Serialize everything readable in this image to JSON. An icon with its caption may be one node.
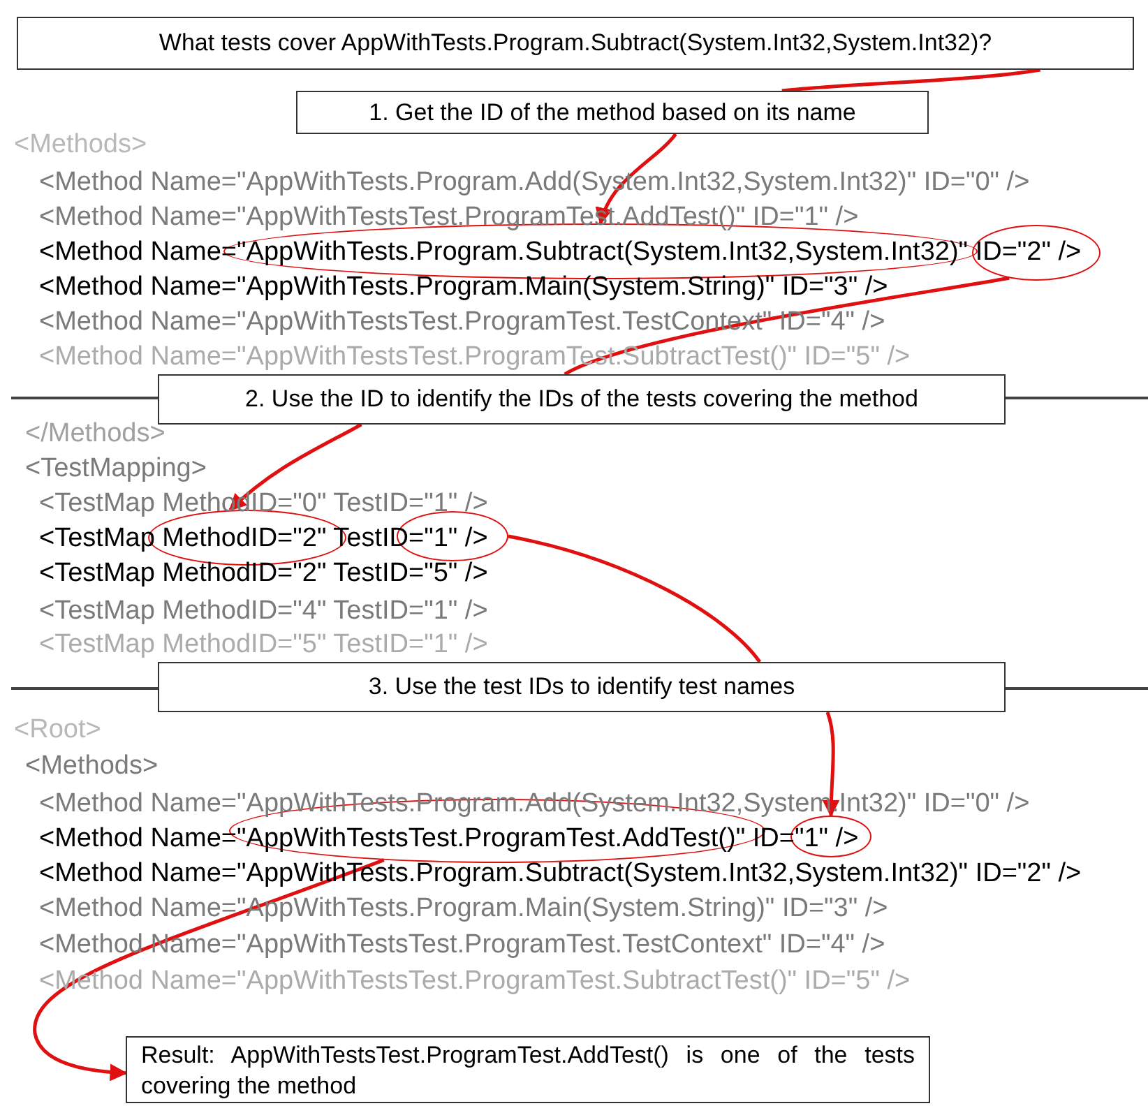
{
  "diagram": {
    "nodes": [
      {
        "text": [
          "What tests cover AppWithTests.Program.Subtract(System.Int32,System.Int32)?"
        ]
      },
      {
        "text": [
          "1. Get the ID of the method based on its name"
        ]
      },
      {
        "text": [],
        "shape": "ellipse"
      },
      {
        "text": [],
        "shape": "ellipse"
      },
      {
        "text": [
          "2. Use the ID to identify the IDs of the tests covering the method"
        ]
      },
      {
        "text": [],
        "shape": "ellipse"
      },
      {
        "text": [],
        "shape": "ellipse"
      },
      {
        "text": [
          "3. Use the test IDs to identify test names"
        ]
      },
      {
        "text": [],
        "shape": "ellipse"
      },
      {
        "text": [],
        "shape": "ellipse"
      },
      {
        "text": [
          "Result: AppWithTestsTest.ProgramTest.AddTest() is one of the tests covering the method"
        ]
      }
    ],
    "edges": [
      {
        "from": 0,
        "to": 1,
        "arrow": "none"
      },
      {
        "from": 1,
        "to": 2,
        "arrow": "to"
      },
      {
        "from": 3,
        "to": 4,
        "arrow": "none"
      },
      {
        "from": 4,
        "to": 5,
        "arrow": "to"
      },
      {
        "from": 6,
        "to": 7,
        "arrow": "none"
      },
      {
        "from": 7,
        "to": 9,
        "arrow": "to"
      },
      {
        "from": 8,
        "to": 10,
        "arrow": "to"
      }
    ],
    "labels": [
      "<Methods>",
      "<Method Name=\"AppWithTests.Program.Add(System.Int32,System.Int32)\" ID=\"0\" />",
      "<Method Name=\"AppWithTestsTest.ProgramTest.AddTest()\" ID=\"1\" />",
      "<Method Name=\"AppWithTests.Program.Subtract(System.Int32,System.Int32)\" ID=\"2\" />",
      "<Method Name=\"AppWithTests.Program.Main(System.String)\" ID=\"3\" />",
      "<Method Name=\"AppWithTestsTest.ProgramTest.TestContext\" ID=\"4\" />",
      "<Method Name=\"AppWithTestsTest.ProgramTest.SubtractTest()\" ID=\"5\" />",
      "</Methods>",
      "<TestMapping>",
      "<TestMap MethodID=\"0\" TestID=\"1\" />",
      "<TestMap MethodID=\"2\" TestID=\"1\" />",
      "<TestMap MethodID=\"2\" TestID=\"5\" />",
      "<TestMap MethodID=\"4\" TestID=\"1\" />",
      "<TestMap MethodID=\"5\" TestID=\"1\" />",
      "<Root>",
      "<Methods>",
      "<Method Name=\"AppWithTests.Program.Add(System.Int32,System.Int32)\" ID=\"0\" />",
      "<Method Name=\"AppWithTestsTest.ProgramTest.AddTest()\" ID=\"1\" />",
      "<Method Name=\"AppWithTests.Program.Subtract(System.Int32,System.Int32)\" ID=\"2\" />",
      "<Method Name=\"AppWithTests.Program.Main(System.String)\" ID=\"3\" />",
      "<Method Name=\"AppWithTestsTest.ProgramTest.TestContext\" ID=\"4\" />",
      "<Method Name=\"AppWithTestsTest.ProgramTest.SubtractTest()\" ID=\"5\" />"
    ]
  }
}
